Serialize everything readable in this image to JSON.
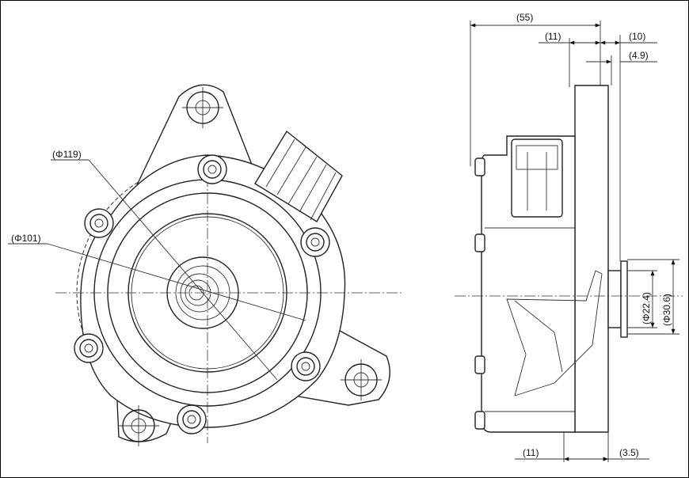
{
  "dimensions": {
    "dia_119": "(Φ119)",
    "dia_101": "(Φ101)",
    "len_55": "(55)",
    "len_11_top": "(11)",
    "len_10": "(10)",
    "len_4_9": "(4.9)",
    "dia_22_4": "(Φ22.4)",
    "dia_30_6": "(Φ30.6)",
    "len_11_bottom": "(11)",
    "len_3_5": "(3.5)"
  }
}
